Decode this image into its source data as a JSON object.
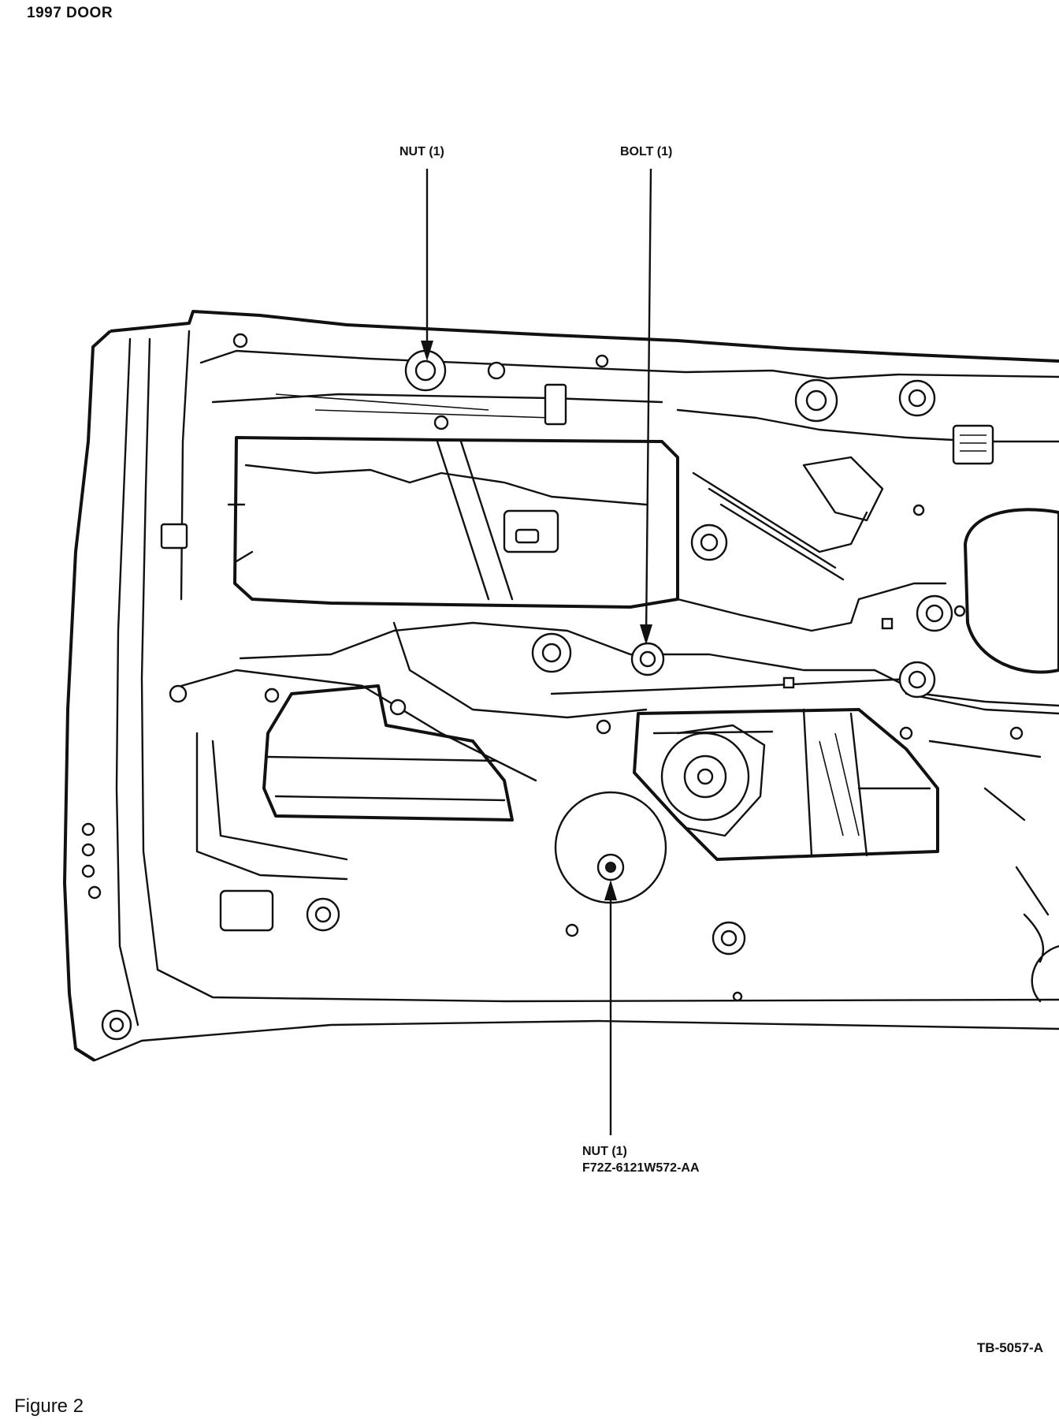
{
  "header": {
    "title": "1997 DOOR"
  },
  "callouts": {
    "nut_top": {
      "label": "NUT (1)"
    },
    "bolt": {
      "label": "BOLT (1)"
    },
    "nut_bottom": {
      "label": "NUT (1)",
      "part_number": "F72Z-6121W572-AA"
    }
  },
  "illustration_code": "TB-5057-A",
  "caption": "Figure 2"
}
